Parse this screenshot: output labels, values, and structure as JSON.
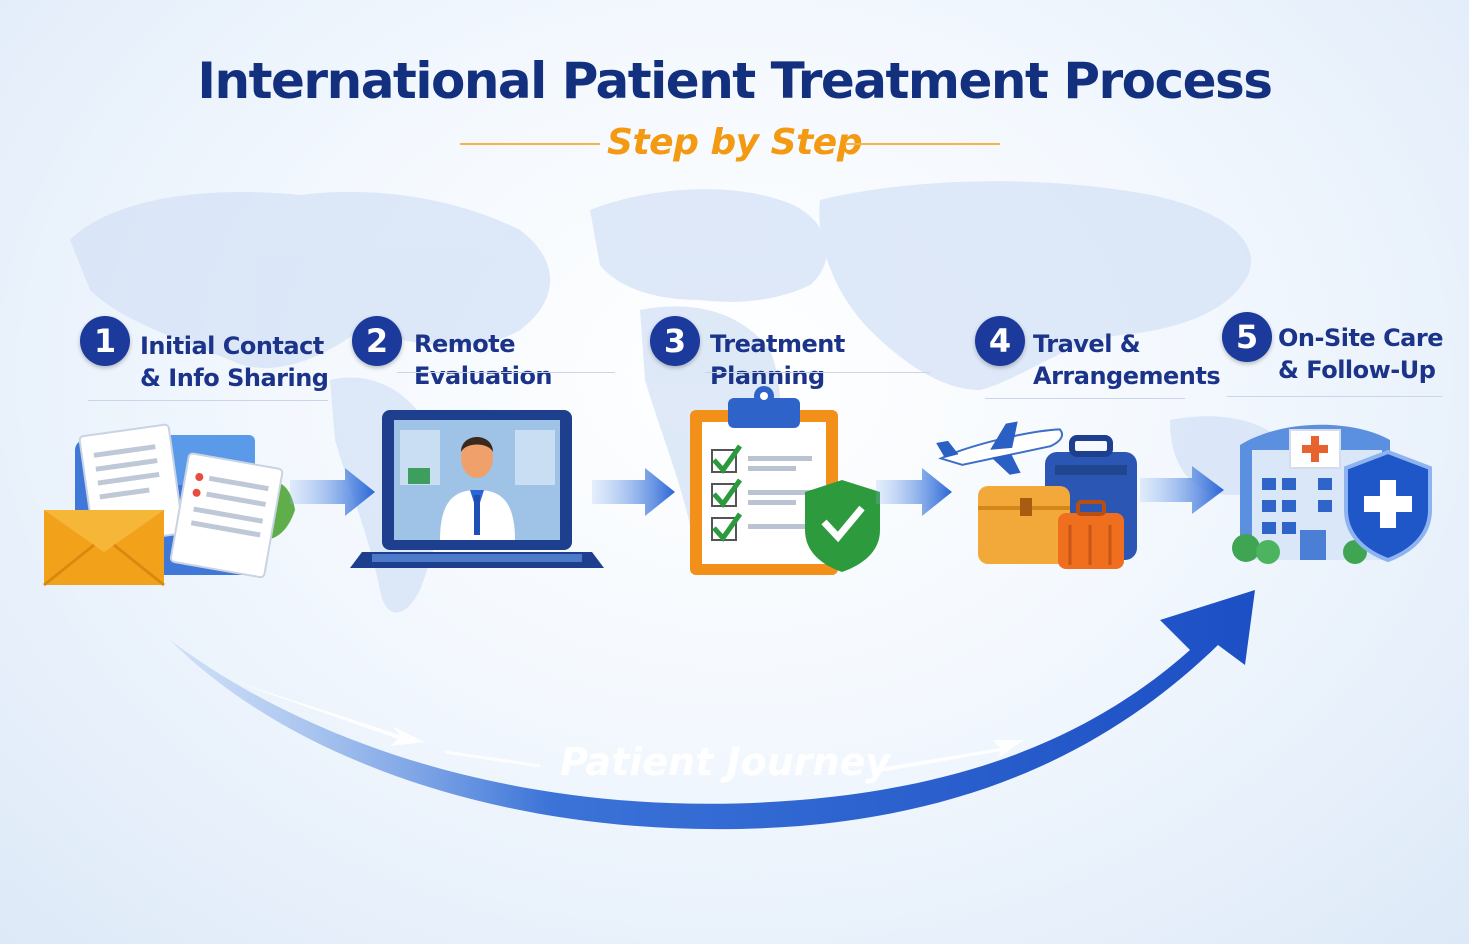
{
  "title": "International Patient Treatment Process",
  "subtitle": "Step by Step",
  "steps": [
    {
      "number": "1",
      "label": "Initial Contact\n& Info Sharing"
    },
    {
      "number": "2",
      "label": "Remote Evaluation"
    },
    {
      "number": "3",
      "label": "Treatment Planning"
    },
    {
      "number": "4",
      "label": "Travel &\nArrangements"
    },
    {
      "number": "5",
      "label": "On-Site Care\n& Follow-Up"
    }
  ],
  "journey_label": "Patient Journey",
  "colors": {
    "navy": "#13307f",
    "orange_accent": "#f39a12",
    "blue_arrow": "#2a66d6",
    "badge": "#1c3a9c"
  },
  "icons": [
    "documents-envelope-icon",
    "laptop-doctor-icon",
    "clipboard-checklist-icon",
    "plane-luggage-icon",
    "hospital-shield-icon"
  ]
}
